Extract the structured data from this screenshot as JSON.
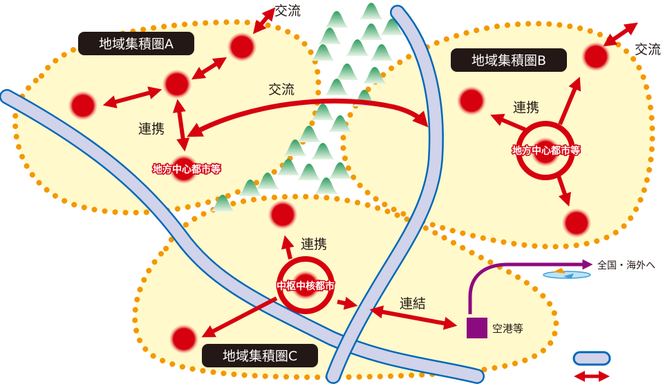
{
  "diagram": {
    "regions": [
      {
        "id": "A",
        "title": "地域集積圏A",
        "hub_label": "地方中心都市等"
      },
      {
        "id": "B",
        "title": "地域集積圏B",
        "hub_label": "地方中心都市等"
      },
      {
        "id": "C",
        "title": "地域集積圏C",
        "hub_label": "中枢中核都市"
      }
    ],
    "labels": {
      "exchange_top": "交流",
      "exchange_middle": "交流",
      "exchange_right": "交流",
      "cooperation_a": "連携",
      "cooperation_b": "連携",
      "cooperation_c": "連携",
      "connection": "連結",
      "airport": "空港等",
      "national_overseas": "全国・海外へ"
    },
    "legend": [
      {
        "symbol": "road-icon",
        "label": ""
      },
      {
        "symbol": "double-arrow-icon",
        "label": ""
      }
    ],
    "colors": {
      "region_fill": "#fff9cc",
      "region_dots": "#f39800",
      "city_red": "#d7000f",
      "road_fill": "#d0d3ea",
      "road_stroke": "#0068b7",
      "mountain_green": "#3aa66a",
      "airport_purple": "#8c0a7f",
      "title_bg": "#231815"
    }
  }
}
